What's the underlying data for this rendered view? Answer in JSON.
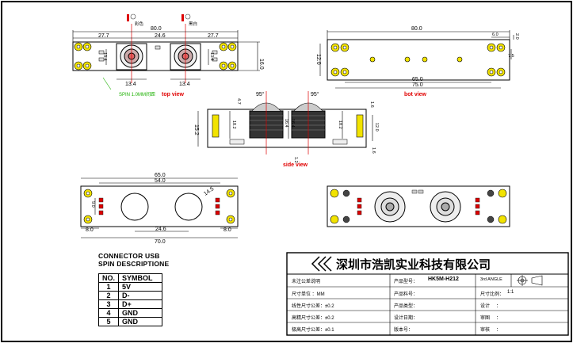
{
  "top_view": {
    "label": "top view",
    "cam_left_label": "彩色",
    "cam_right_label": "黑白",
    "dims": {
      "overall": "80.0",
      "left": "27.7",
      "mid": "24.6",
      "right": "27.7",
      "height": "16.0",
      "lens_l": "13.4",
      "lens_r": "13.4",
      "side_l": "13.4",
      "side_r": "13.4"
    },
    "spin_note": "SPIN 1.0MM间距"
  },
  "bot_view": {
    "label": "bot view",
    "dims": {
      "overall": "80.0",
      "edge_w": "6.0",
      "edge_h": "2.0",
      "height": "12.0",
      "small": "7.5",
      "inner": "65.0",
      "outer": "75.0"
    }
  },
  "side_view": {
    "label": "side view",
    "dims": {
      "angle_l": "95°",
      "angle_r": "95°",
      "t47": "4.7",
      "t16": "1.6",
      "h152": "15.2",
      "h182a": "18.2",
      "h164a": "16.4",
      "h164b": "16.4",
      "h182b": "18.2",
      "h120": "12.0",
      "b12": "1.2",
      "b16": "1.6"
    }
  },
  "front_view": {
    "dims": {
      "overall": "70.0",
      "w650": "65.0",
      "w540": "54.0",
      "diam": "14.5",
      "h": "9.0",
      "pitch": "24.6",
      "e1": "8.0",
      "e2": "8.0"
    }
  },
  "pin_table": {
    "title1": "CONNECTOR USB",
    "title2": "SPIN DESCRIPTIONE",
    "headers": [
      "NO.",
      "SYMBOL"
    ],
    "rows": [
      [
        "1",
        "5V"
      ],
      [
        "2",
        "D-"
      ],
      [
        "3",
        "D+"
      ],
      [
        "4",
        "GND"
      ],
      [
        "5",
        "GND"
      ]
    ]
  },
  "title_block": {
    "company": "深圳市浩凯实业科技有限公司",
    "row1": [
      "未注公差说明",
      "产品型号：",
      "HK5M-H212",
      "3rd ANGLE"
    ],
    "row2": [
      "尺寸单位 ：MM",
      "产品料号：",
      "尺寸比例：",
      "1:1"
    ],
    "row3": [
      "线性尺寸公差：±0.2",
      "产品类型：",
      "设计",
      "："
    ],
    "row4": [
      "高精尺寸公差：±0.2",
      "设计日期：",
      "审图",
      "："
    ],
    "row5": [
      "极高尺寸公差：±0.1",
      "版本号：",
      "审核",
      "："
    ]
  },
  "colors": {
    "pad_yellow": "#f2e300",
    "led_red": "#d00000",
    "note_green": "#1bb000",
    "label_red": "#e00000"
  }
}
